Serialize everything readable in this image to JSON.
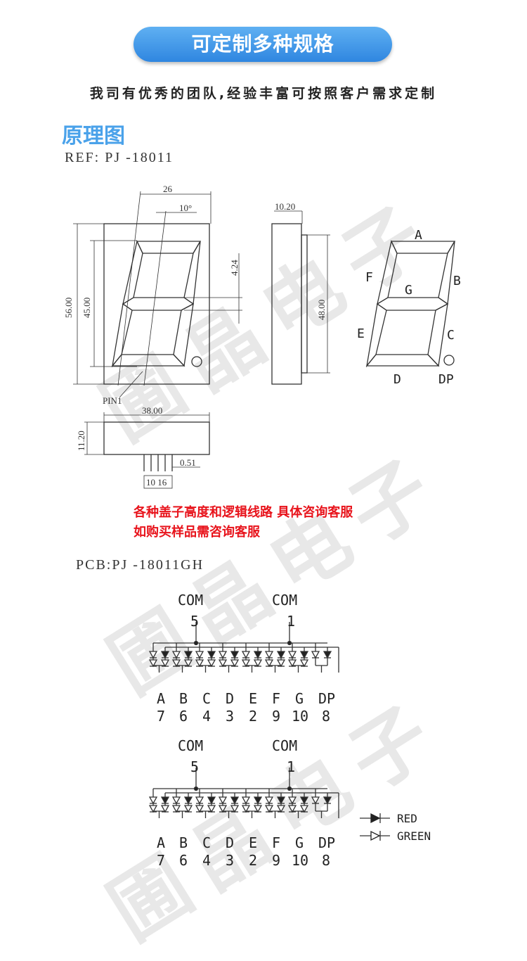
{
  "banner": {
    "title": "可定制多种规格"
  },
  "intro": {
    "text": "我司有优秀的团队,经验丰富可按照客户需求定制"
  },
  "section": {
    "title": "原理图"
  },
  "ref": {
    "text": "REF: PJ -18011"
  },
  "dimensions": {
    "width_26": "26",
    "angle": "10°",
    "seg_4_24": "4.24",
    "h_56": "56.00",
    "h_45": "45.00",
    "depth": "10.20",
    "h_48": "48.00",
    "pin1": "PIN1",
    "w_38": "38.00",
    "h_11_20": "11.20",
    "pin_0_51": "0.51",
    "pitch": "10 16"
  },
  "segments": {
    "A": "A",
    "B": "B",
    "C": "C",
    "D": "D",
    "E": "E",
    "F": "F",
    "G": "G",
    "DP": "DP"
  },
  "notes": {
    "line1": "各种盖子高度和逻辑线路 具体咨询客服",
    "line2": "如购买样品需咨询客服"
  },
  "pcb": {
    "text": "PCB:PJ -18011GH"
  },
  "circuit": {
    "com_left": "COM",
    "com_left_pin": "5",
    "com_right": "COM",
    "com_right_pin": "1",
    "pins": [
      {
        "seg": "A",
        "num": "7"
      },
      {
        "seg": "B",
        "num": "6"
      },
      {
        "seg": "C",
        "num": "4"
      },
      {
        "seg": "D",
        "num": "3"
      },
      {
        "seg": "E",
        "num": "2"
      },
      {
        "seg": "F",
        "num": "9"
      },
      {
        "seg": "G",
        "num": "10"
      },
      {
        "seg": "DP",
        "num": "8"
      }
    ]
  },
  "legend": {
    "red": "RED",
    "green": "GREEN"
  },
  "watermark": {
    "text": "圃晶电子"
  }
}
